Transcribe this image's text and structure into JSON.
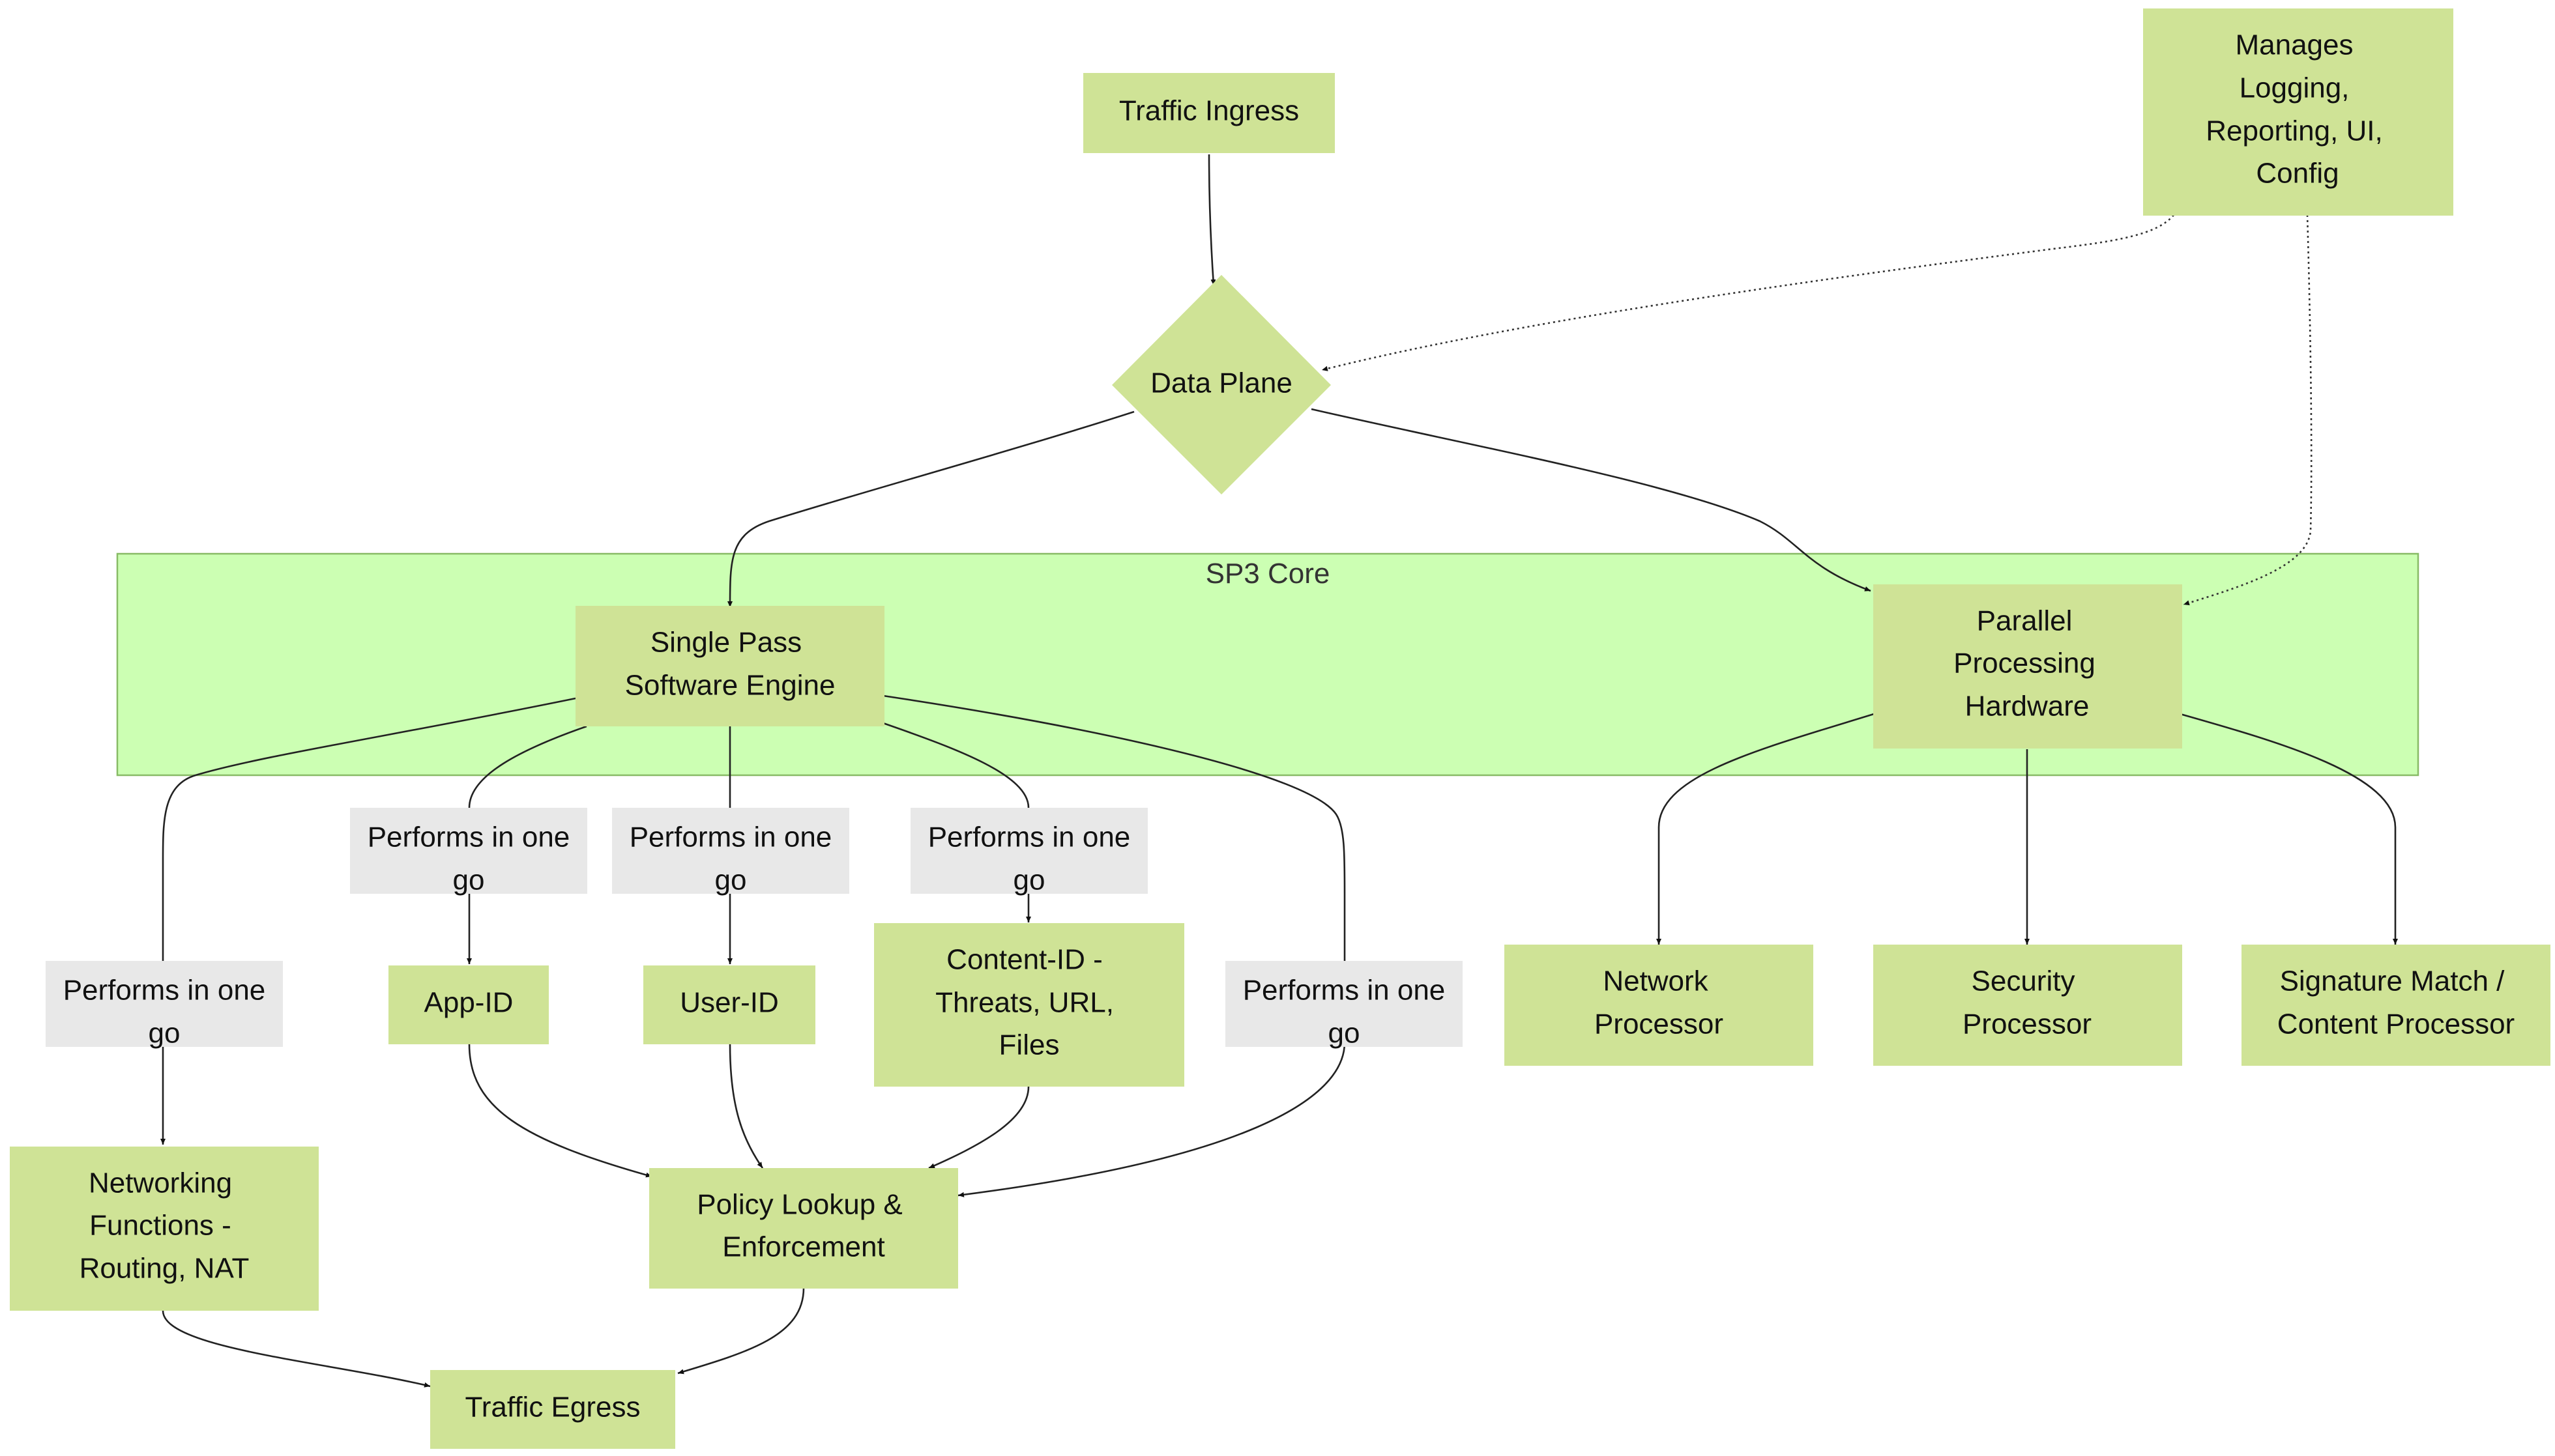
{
  "colors": {
    "node_fill": "#cfe396",
    "cluster_fill": "#ccffb3",
    "cluster_stroke": "#88bb66",
    "label_fill": "#e8e8e8",
    "edge": "#222222"
  },
  "cluster": {
    "title": "SP3 Core"
  },
  "nodes": {
    "traffic_ingress": [
      "Traffic Ingress"
    ],
    "manages": [
      "Manages",
      "Logging,",
      "Reporting, UI,",
      "Config"
    ],
    "data_plane": [
      "Data Plane"
    ],
    "single_pass": [
      "Single Pass",
      "Software Engine"
    ],
    "parallel": [
      "Parallel",
      "Processing",
      "Hardware"
    ],
    "app_id": [
      "App-ID"
    ],
    "user_id": [
      "User-ID"
    ],
    "content_id": [
      "Content-ID -",
      "Threats, URL,",
      "Files"
    ],
    "network_proc": [
      "Network",
      "Processor"
    ],
    "security_proc": [
      "Security",
      "Processor"
    ],
    "signature_proc": [
      "Signature Match /",
      "Content Processor"
    ],
    "networking_functions": [
      "Networking",
      "Functions -",
      "Routing, NAT"
    ],
    "policy": [
      "Policy Lookup &",
      "Enforcement"
    ],
    "traffic_egress": [
      "Traffic Egress"
    ]
  },
  "edge_labels": {
    "networking": [
      "Performs in one",
      "go"
    ],
    "app_id": [
      "Performs in one",
      "go"
    ],
    "user_id": [
      "Performs in one",
      "go"
    ],
    "content_id": [
      "Performs in one",
      "go"
    ],
    "policy": [
      "Performs in one",
      "go"
    ]
  }
}
